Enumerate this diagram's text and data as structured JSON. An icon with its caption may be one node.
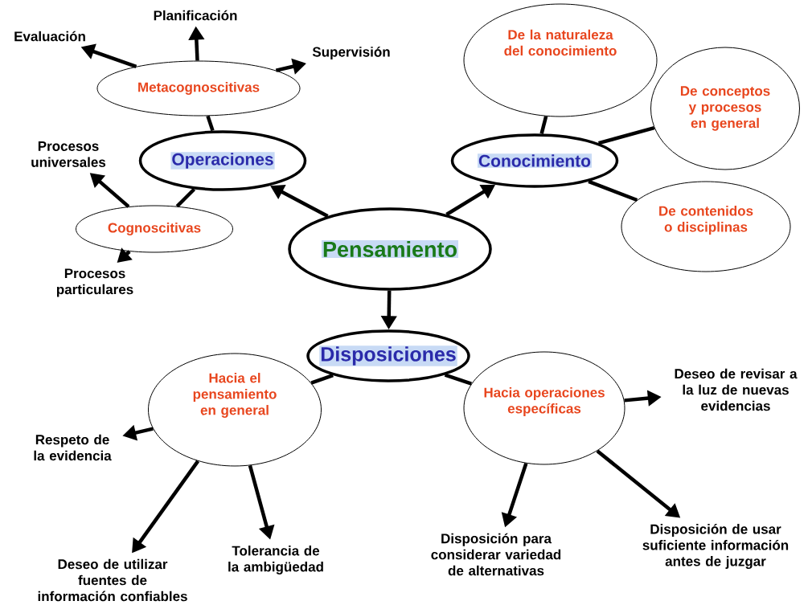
{
  "diagram": {
    "nodes": [
      {
        "text": [
          "Pensamiento"
        ]
      },
      {
        "text": [
          "Operaciones"
        ]
      },
      {
        "text": [
          "Conocimiento"
        ]
      },
      {
        "text": [
          "Disposiciones"
        ]
      },
      {
        "text": [
          "Metacognoscitivas"
        ]
      },
      {
        "text": [
          "Evaluación"
        ]
      },
      {
        "text": [
          "Planificación"
        ]
      },
      {
        "text": [
          "Supervisión"
        ]
      },
      {
        "text": [
          "Cognoscitivas"
        ]
      },
      {
        "text": [
          "Procesos universales"
        ]
      },
      {
        "text": [
          "Procesos particulares"
        ]
      },
      {
        "text": [
          "De la naturaleza del conocimiento"
        ]
      },
      {
        "text": [
          "De conceptos y procesos en general"
        ]
      },
      {
        "text": [
          "De contenidos o disciplinas"
        ]
      },
      {
        "text": [
          "Hacia el pensamiento en general"
        ]
      },
      {
        "text": [
          "Respeto de la evidencia"
        ]
      },
      {
        "text": [
          "Deseo de utilizar fuentes de información confiables"
        ]
      },
      {
        "text": [
          "Tolerancia de la ambigüedad"
        ]
      },
      {
        "text": [
          "Hacia operaciones específicas"
        ]
      },
      {
        "text": [
          "Deseo de revisar a la luz de nuevas evidencias"
        ]
      },
      {
        "text": [
          "Disposición para considerar variedad de alternativas"
        ]
      },
      {
        "text": [
          "Disposición de usar suficiente información antes de juzgar"
        ]
      }
    ],
    "edges": [
      {
        "from": 0,
        "to": 1,
        "arrow": "to"
      },
      {
        "from": 0,
        "to": 2,
        "arrow": "to"
      },
      {
        "from": 0,
        "to": 3,
        "arrow": "to"
      },
      {
        "from": 1,
        "to": 4,
        "arrow": "none"
      },
      {
        "from": 4,
        "to": 5,
        "arrow": "to"
      },
      {
        "from": 4,
        "to": 6,
        "arrow": "to"
      },
      {
        "from": 4,
        "to": 7,
        "arrow": "to"
      },
      {
        "from": 1,
        "to": 8,
        "arrow": "none"
      },
      {
        "from": 8,
        "to": 9,
        "arrow": "to"
      },
      {
        "from": 8,
        "to": 10,
        "arrow": "to"
      },
      {
        "from": 2,
        "to": 11,
        "arrow": "none"
      },
      {
        "from": 2,
        "to": 12,
        "arrow": "none"
      },
      {
        "from": 2,
        "to": 13,
        "arrow": "none"
      },
      {
        "from": 3,
        "to": 14,
        "arrow": "none"
      },
      {
        "from": 14,
        "to": 15,
        "arrow": "to"
      },
      {
        "from": 14,
        "to": 16,
        "arrow": "to"
      },
      {
        "from": 14,
        "to": 17,
        "arrow": "to"
      },
      {
        "from": 3,
        "to": 18,
        "arrow": "none"
      },
      {
        "from": 18,
        "to": 19,
        "arrow": "to"
      },
      {
        "from": 18,
        "to": 20,
        "arrow": "to"
      },
      {
        "from": 18,
        "to": 21,
        "arrow": "to"
      }
    ]
  }
}
